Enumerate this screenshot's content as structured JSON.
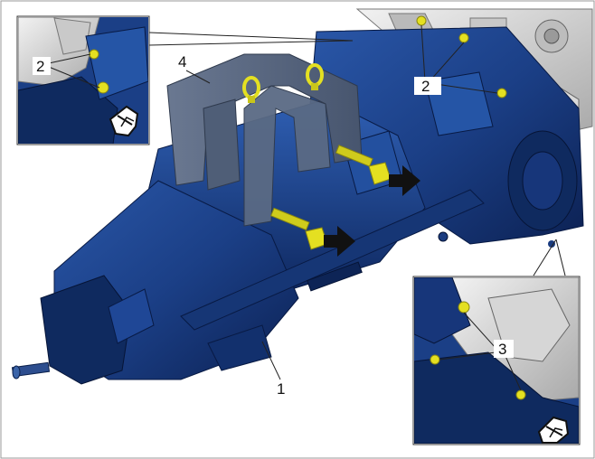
{
  "callouts": {
    "engine_mount_label": "1",
    "bolt_label_main": "2",
    "bolt_label_inset": "2",
    "inset_bolt_label": "3",
    "lifting_bracket_label": "4"
  },
  "colors": {
    "gearbox_blue": "#1b3f86",
    "gearbox_dark": "#0f2a5f",
    "bracket_gray": "#55657e",
    "bolt_yellow": "#e4e021",
    "engine_gray": "#cfcfcf",
    "arrow_black": "#111111"
  },
  "icons": [
    "arrow-icon",
    "tool-hand-icon"
  ]
}
